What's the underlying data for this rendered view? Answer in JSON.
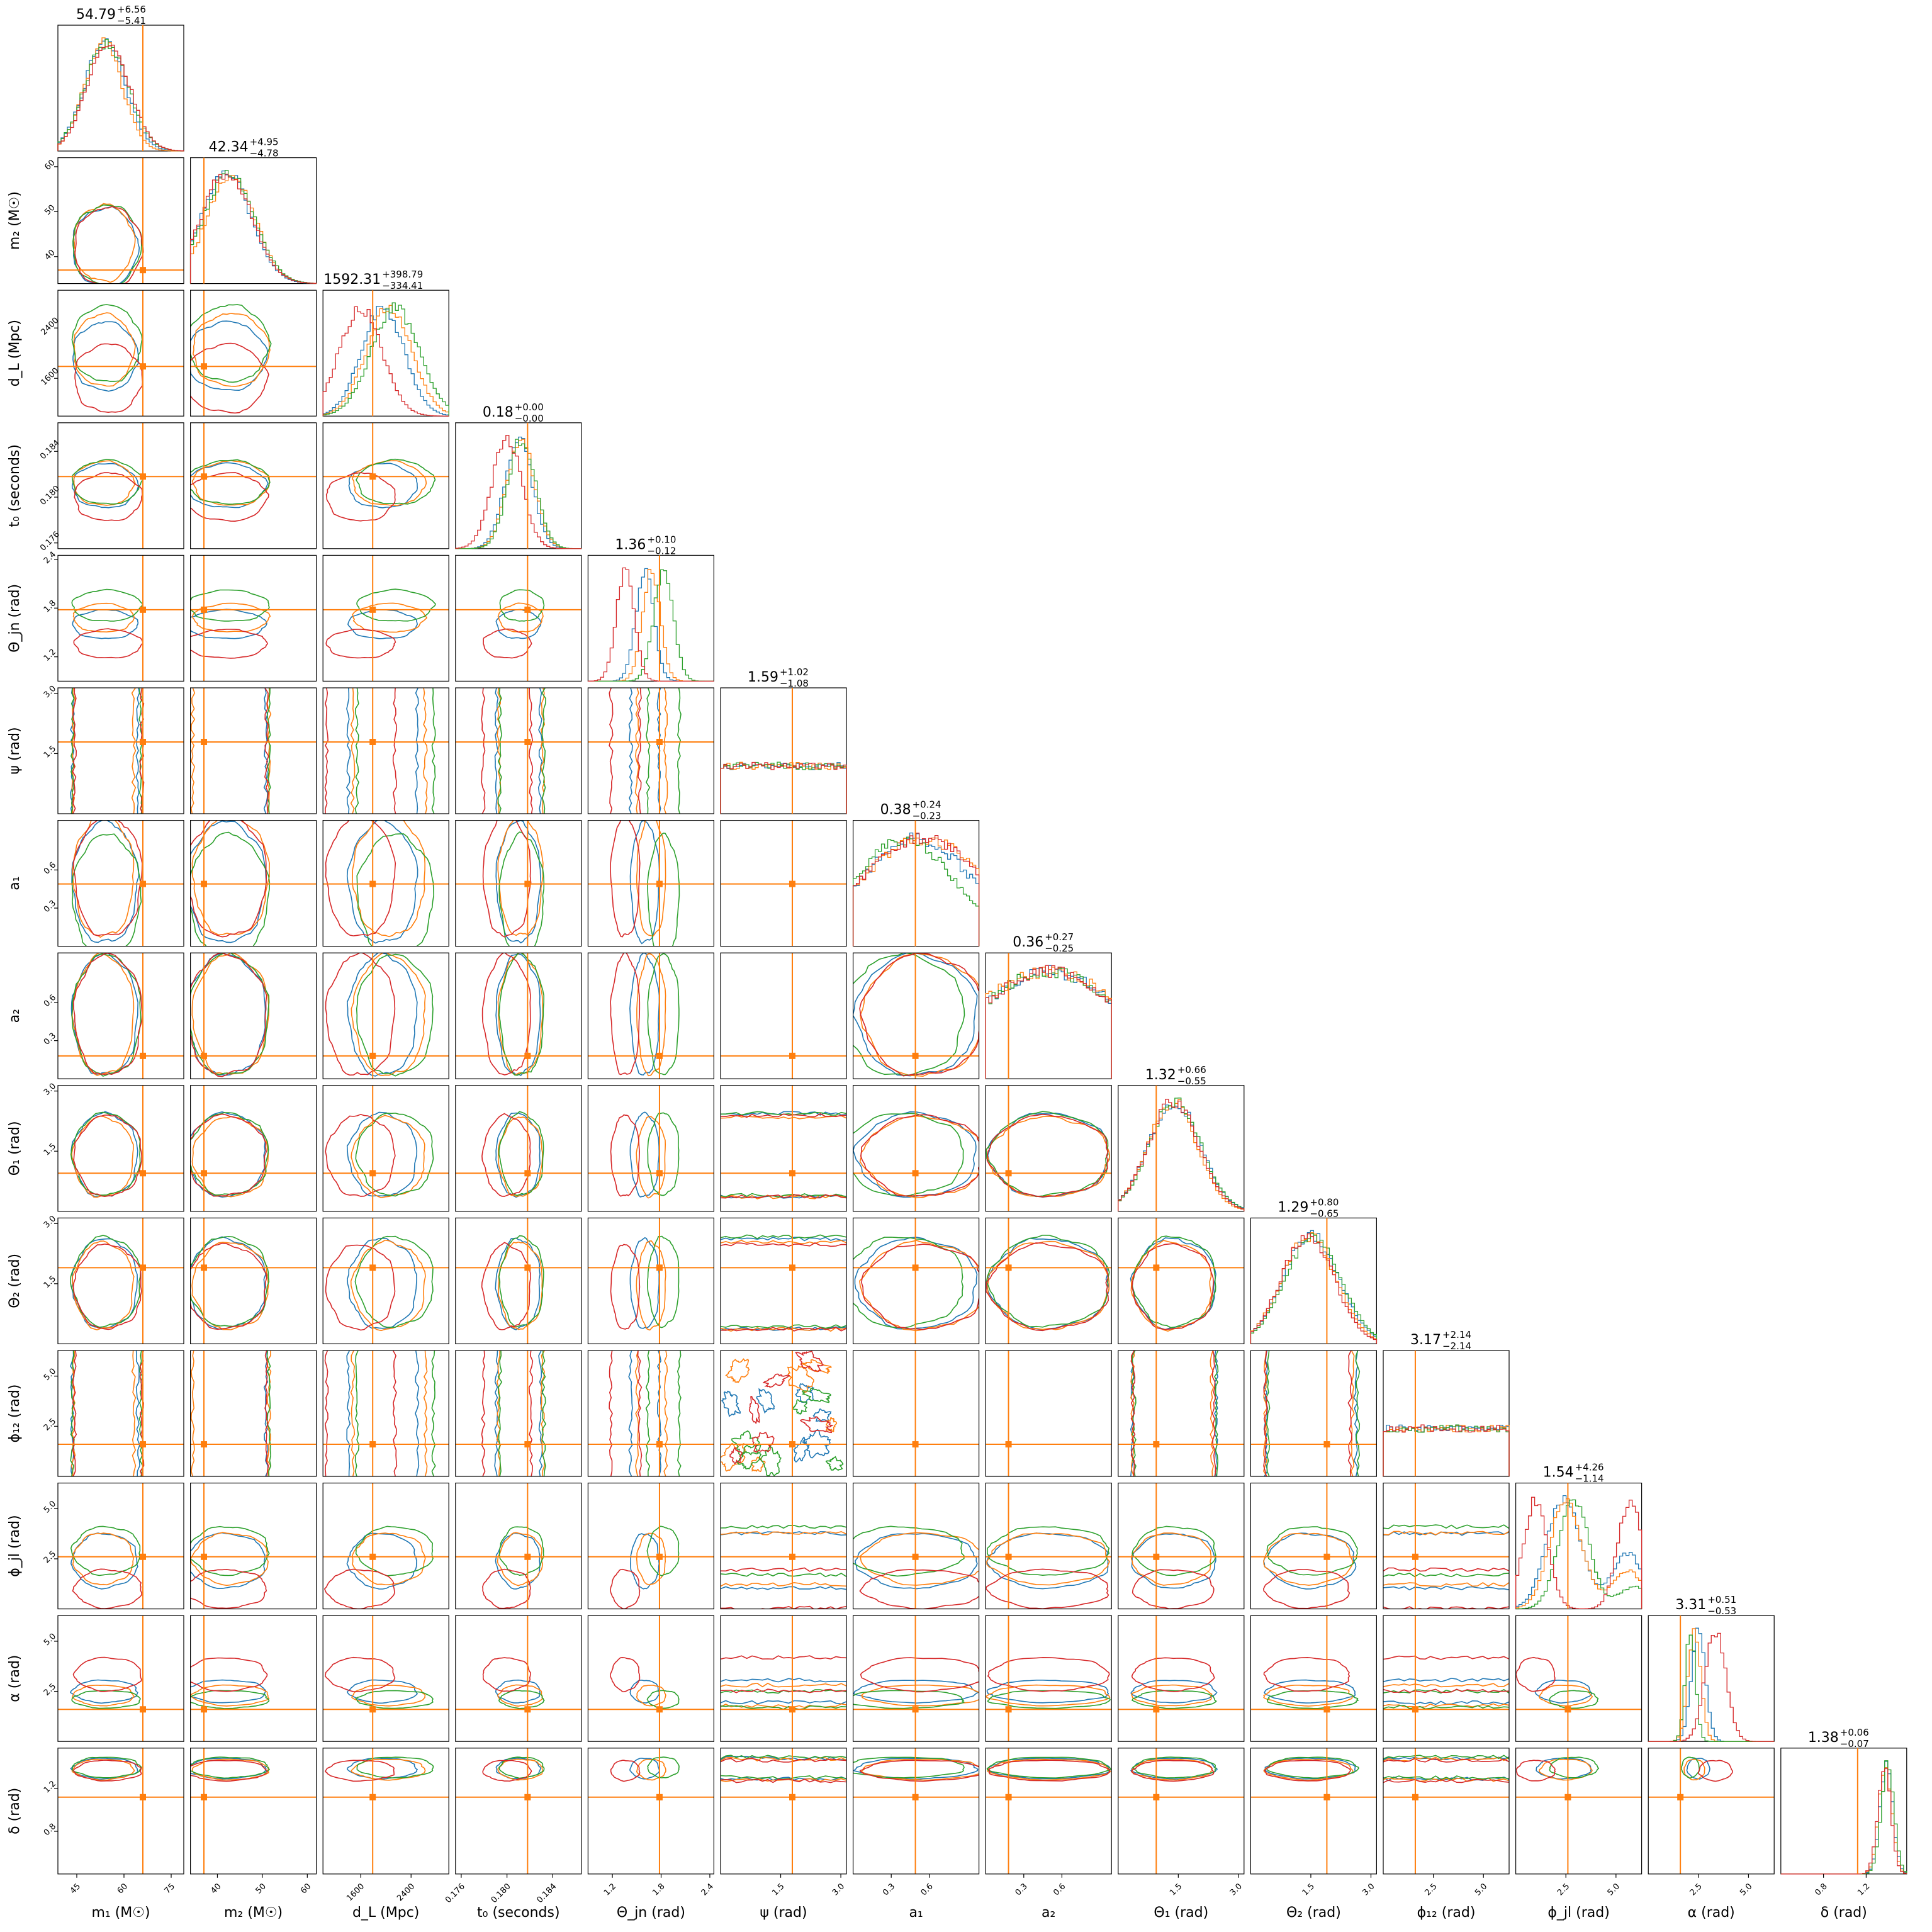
{
  "chart_data": {
    "type": "corner",
    "grid": false,
    "series": [
      {
        "color": "#1f77b4"
      },
      {
        "color": "#ff7f0e"
      },
      {
        "color": "#2ca02c"
      },
      {
        "color": "#d62728"
      }
    ],
    "truth_color": "#ff7f0e",
    "parameters": [
      {
        "label": "m₁ (M☉)",
        "range": [
          39,
          79
        ],
        "ticks": [
          45,
          60,
          75
        ],
        "tick_labels": [
          "45",
          "60",
          "75"
        ],
        "truth": 66,
        "title": {
          "median": "54.79",
          "plus": "+6.56",
          "minus": "−5.41"
        },
        "hists": [
          {
            "mu": 54.0,
            "sigma": 6.5
          },
          {
            "mu": 53.5,
            "sigma": 6.0
          },
          {
            "mu": 54.5,
            "sigma": 6.8
          },
          {
            "mu": 55.0,
            "sigma": 6.7
          }
        ]
      },
      {
        "label": "m₂ (M☉)",
        "range": [
          34,
          62
        ],
        "ticks": [
          40,
          50,
          60
        ],
        "tick_labels": [
          "40",
          "50",
          "60"
        ],
        "truth": 37,
        "title": {
          "median": "42.34",
          "plus": "+4.95",
          "minus": "−4.78"
        },
        "hists": [
          {
            "mu": 42.0,
            "sigma": 5.5
          },
          {
            "mu": 43.0,
            "sigma": 5.3
          },
          {
            "mu": 42.5,
            "sigma": 5.6
          },
          {
            "mu": 42.0,
            "sigma": 5.6
          }
        ]
      },
      {
        "label": "d_L (Mpc)",
        "range": [
          1000,
          3000
        ],
        "ticks": [
          1600,
          2400
        ],
        "tick_labels": [
          "1600",
          "2400"
        ],
        "truth": 1790,
        "title": {
          "median": "1592.31",
          "plus": "+398.79",
          "minus": "−334.41"
        },
        "hists": [
          {
            "mu": 1950,
            "sigma": 340
          },
          {
            "mu": 2050,
            "sigma": 360
          },
          {
            "mu": 2150,
            "sigma": 380
          },
          {
            "mu": 1600,
            "sigma": 340
          }
        ]
      },
      {
        "label": "t₀ (seconds)",
        "range": [
          0.1755,
          0.1865
        ],
        "ticks": [
          0.176,
          0.18,
          0.184
        ],
        "tick_labels": [
          "0.176",
          "0.180",
          "0.184"
        ],
        "truth": 0.1818,
        "title": {
          "median": "0.18",
          "plus": "+0.00",
          "minus": "−0.00"
        },
        "hists": [
          {
            "mu": 0.181,
            "sigma": 0.0012
          },
          {
            "mu": 0.1812,
            "sigma": 0.0012
          },
          {
            "mu": 0.1813,
            "sigma": 0.0012
          },
          {
            "mu": 0.18,
            "sigma": 0.0013
          }
        ]
      },
      {
        "label": "Θ_jn (rad)",
        "range": [
          0.9,
          2.45
        ],
        "ticks": [
          1.2,
          1.8,
          2.4
        ],
        "tick_labels": [
          "1.2",
          "1.8",
          "2.4"
        ],
        "truth": 1.78,
        "title": {
          "median": "1.36",
          "plus": "+0.10",
          "minus": "−0.12"
        },
        "hists": [
          {
            "mu": 1.6,
            "sigma": 0.11
          },
          {
            "mu": 1.68,
            "sigma": 0.11
          },
          {
            "mu": 1.83,
            "sigma": 0.12
          },
          {
            "mu": 1.36,
            "sigma": 0.11
          }
        ]
      },
      {
        "label": "ψ (rad)",
        "range": [
          0,
          3.14
        ],
        "ticks": [
          1.5,
          3.0
        ],
        "tick_labels": [
          "1.5",
          "3.0"
        ],
        "truth": 1.79,
        "title": {
          "median": "1.59",
          "plus": "+1.02",
          "minus": "−1.08"
        },
        "hists": [
          {
            "uniform": true
          },
          {
            "uniform": true
          },
          {
            "uniform": true
          },
          {
            "uniform": true
          }
        ]
      },
      {
        "label": "a₁",
        "range": [
          0,
          0.99
        ],
        "ticks": [
          0.3,
          0.6
        ],
        "tick_labels": [
          "0.3",
          "0.6"
        ],
        "truth": 0.49,
        "title": {
          "median": "0.38",
          "plus": "+0.24",
          "minus": "−0.23"
        },
        "hists": [
          {
            "mu": 0.5,
            "sigma": 0.45
          },
          {
            "mu": 0.55,
            "sigma": 0.5
          },
          {
            "mu": 0.4,
            "sigma": 0.4
          },
          {
            "mu": 0.55,
            "sigma": 0.5
          }
        ]
      },
      {
        "label": "a₂",
        "range": [
          0,
          0.99
        ],
        "ticks": [
          0.3,
          0.6
        ],
        "tick_labels": [
          "0.3",
          "0.6"
        ],
        "truth": 0.18,
        "title": {
          "median": "0.36",
          "plus": "+0.27",
          "minus": "−0.25"
        },
        "hists": [
          {
            "mu": 0.5,
            "sigma": 0.6
          },
          {
            "mu": 0.5,
            "sigma": 0.65
          },
          {
            "mu": 0.5,
            "sigma": 0.6
          },
          {
            "mu": 0.5,
            "sigma": 0.6
          }
        ]
      },
      {
        "label": "Θ₁ (rad)",
        "range": [
          0,
          3.14
        ],
        "ticks": [
          1.5,
          3.0
        ],
        "tick_labels": [
          "1.5",
          "3.0"
        ],
        "truth": 0.95,
        "title": {
          "median": "1.32",
          "plus": "+0.66",
          "minus": "−0.55"
        },
        "hists": [
          {
            "mu": 1.4,
            "sigma": 0.65
          },
          {
            "mu": 1.35,
            "sigma": 0.62
          },
          {
            "mu": 1.42,
            "sigma": 0.64
          },
          {
            "mu": 1.38,
            "sigma": 0.63
          }
        ]
      },
      {
        "label": "Θ₂ (rad)",
        "range": [
          0,
          3.14
        ],
        "ticks": [
          1.5,
          3.0
        ],
        "tick_labels": [
          "1.5",
          "3.0"
        ],
        "truth": 1.9,
        "title": {
          "median": "1.29",
          "plus": "+0.80",
          "minus": "−0.65"
        },
        "hists": [
          {
            "mu": 1.5,
            "sigma": 0.7
          },
          {
            "mu": 1.45,
            "sigma": 0.68
          },
          {
            "mu": 1.55,
            "sigma": 0.7
          },
          {
            "mu": 1.42,
            "sigma": 0.66
          }
        ]
      },
      {
        "label": "ϕ₁₂ (rad)",
        "range": [
          0,
          6.28
        ],
        "ticks": [
          2.5,
          5.0
        ],
        "tick_labels": [
          "2.5",
          "5.0"
        ],
        "truth": 1.6,
        "title": {
          "median": "3.17",
          "plus": "+2.14",
          "minus": "−2.14"
        },
        "hists": [
          {
            "uniform": true
          },
          {
            "uniform": true
          },
          {
            "uniform": true
          },
          {
            "uniform": true
          }
        ]
      },
      {
        "label": "ϕ_jl (rad)",
        "range": [
          0,
          6.28
        ],
        "ticks": [
          2.5,
          5.0
        ],
        "tick_labels": [
          "2.5",
          "5.0"
        ],
        "truth": 2.6,
        "title": {
          "median": "1.54",
          "plus": "+4.26",
          "minus": "−1.14"
        },
        "hists": [
          {
            "mu": 2.4,
            "sigma": 0.85,
            "mu2": 5.6,
            "sigma2": 0.8,
            "w2": 0.5
          },
          {
            "mu": 2.5,
            "sigma": 0.8,
            "mu2": 5.6,
            "sigma2": 0.8,
            "w2": 0.35
          },
          {
            "mu": 2.9,
            "sigma": 0.75,
            "mu2": 5.9,
            "sigma2": 0.8,
            "w2": 0.2
          },
          {
            "mu": 1.0,
            "sigma": 0.6,
            "mu2": 5.7,
            "sigma2": 0.6,
            "w2": 1.0
          }
        ]
      },
      {
        "label": "α (rad)",
        "range": [
          0,
          6.28
        ],
        "ticks": [
          2.5,
          5.0
        ],
        "tick_labels": [
          "2.5",
          "5.0"
        ],
        "truth": 1.6,
        "title": {
          "median": "3.31",
          "plus": "+0.51",
          "minus": "−0.53"
        },
        "hists": [
          {
            "mu": 2.5,
            "sigma": 0.35
          },
          {
            "mu": 2.3,
            "sigma": 0.32
          },
          {
            "mu": 2.1,
            "sigma": 0.25
          },
          {
            "mu": 3.35,
            "sigma": 0.52
          }
        ]
      },
      {
        "label": "δ (rad)",
        "range": [
          0.4,
          1.58
        ],
        "ticks": [
          0.8,
          1.2
        ],
        "tick_labels": [
          "0.8",
          "1.2"
        ],
        "truth": 1.12,
        "title": {
          "median": "1.38",
          "plus": "+0.06",
          "minus": "−0.07"
        },
        "hists": [
          {
            "mu": 1.39,
            "sigma": 0.06
          },
          {
            "mu": 1.38,
            "sigma": 0.06
          },
          {
            "mu": 1.4,
            "sigma": 0.06
          },
          {
            "mu": 1.37,
            "sigma": 0.06
          }
        ]
      }
    ]
  }
}
